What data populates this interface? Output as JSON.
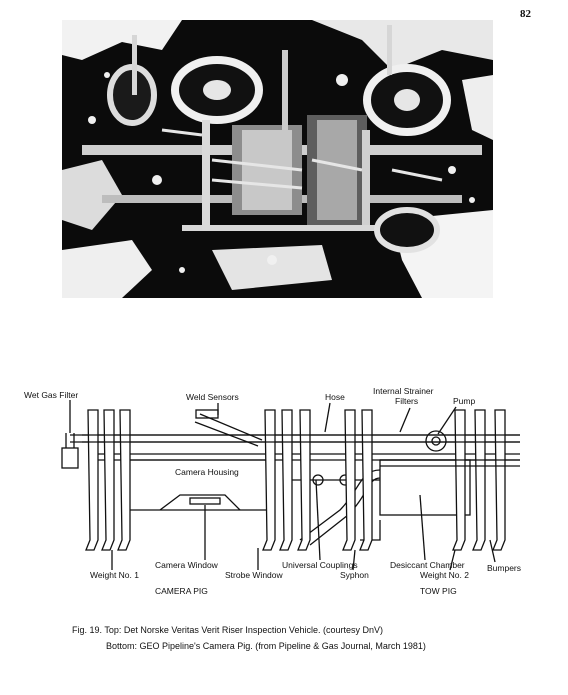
{
  "page": {
    "number": "82"
  },
  "photo": {
    "description_icon": "inspection-vehicle-photo"
  },
  "diagram": {
    "labels": {
      "wet_gas_filter": "Wet Gas Filter",
      "weld_sensors": "Weld Sensors",
      "hose": "Hose",
      "internal_strainer_filters_1": "Internal Strainer",
      "internal_strainer_filters_2": "Filters",
      "pump": "Pump",
      "camera_housing": "Camera Housing",
      "weight_no_1": "Weight  No. 1",
      "camera_window": "Camera Window",
      "strobe_window": "Strobe Window",
      "universal_couplings": "Universal Couplings",
      "syphon": "Syphon",
      "desiccant_chamber": "Desiccant Chamber",
      "weight_no_2": "Weight No. 2",
      "bumpers": "Bumpers",
      "camera_pig": "CAMERA PIG",
      "tow_pig": "TOW PIG"
    }
  },
  "caption": {
    "line1": "Fig. 19.   Top:  Det Norske Veritas  Verit Riser Inspection Vehicle. (courtesy DnV)",
    "line2": "Bottom:  GEO Pipeline's Camera Pig. (from Pipeline & Gas Journal, March 1981)"
  }
}
